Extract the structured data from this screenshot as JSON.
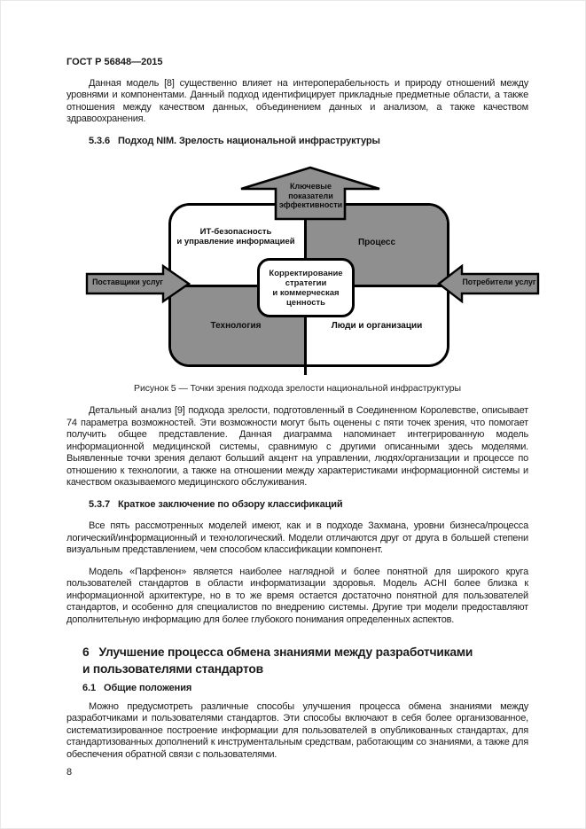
{
  "page": {
    "header": "ГОСТ Р 56848—2015",
    "page_number": "8"
  },
  "paragraphs": {
    "p1": "Данная модель [8] существенно влияет на интероперабельность и природу отношений между уровнями и компонентами. Данный подход идентифицирует прикладные предметные области, а также отношения между качеством данных, объединением данных и анализом, а также качеством здравоохранения.",
    "p2": "Детальный анализ [9] подхода зрелости, подготовленный в Соединенном Королевстве, описывает 74 параметра возможностей. Эти возможности могут быть оценены с пяти точек зрения, что помогает получить общее представление. Данная диаграмма напоминает интегрированную модель информационной медицинской системы, сравнимую с другими описанными здесь моделями. Выявленные точки зрения делают больший акцент на управлении, людях/организации и процессе по отношению к технологии, а также на отношении между характеристиками информационной системы и качеством оказываемого медицинского обслуживания.",
    "p3": "Все пять рассмотренных моделей имеют, как и в подходе Захмана, уровни бизнеса/процесса логический/информационный и технологический. Модели отличаются друг от друга в большей степени визуальным представлением, чем способом классификации компонент.",
    "p4": "Модель «Парфенон» является наиболее наглядной и более понятной для широкого круга пользователей стандартов в области информатизации здоровья. Модель ACHI более близка к информационной архитектуре, но в то же время остается достаточно понятной для пользователей стандартов, и особенно для специалистов по внедрению системы. Другие три модели предоставляют дополнительную информацию для более глубокого понимания определенных аспектов.",
    "p5": "Можно предусмотреть различные способы улучшения процесса обмена знаниями между разработчиками и пользователями стандартов. Эти способы включают в себя более организованное, систематизированное построение информации для пользователей в опубликованных стандартах, для стандартизованных дополнений к инструментальным средствам, работающим со знаниями, а также для обеспечения обратной связи с пользователями."
  },
  "headings": {
    "s536": {
      "num": "5.3.6",
      "text": "Подход NIM. Зрелость национальной инфраструктуры"
    },
    "s537": {
      "num": "5.3.7",
      "text": "Краткое заключение по обзору классификаций"
    },
    "s6": {
      "num": "6",
      "line1": "Улучшение процесса обмена знаниями между разработчиками",
      "line2": "и пользователями стандартов"
    },
    "s61": {
      "num": "6.1",
      "text": "Общие положения"
    }
  },
  "figure": {
    "caption": "Рисунок 5 — Точки зрения подхода зрелости национальной инфраструктуры",
    "top_arrow_lines": [
      "Ключевые",
      "показатели",
      "эффективности"
    ],
    "left_arrow_label": "Поставщики услуг",
    "right_arrow_label": "Потребители услуг",
    "quad_top_left_lines": [
      "ИТ-безопасность",
      "и управление информацией"
    ],
    "quad_top_right": "Процесс",
    "quad_bottom_left": "Технология",
    "quad_bottom_right": "Люди и организации",
    "center_box_lines": [
      "Корректирование",
      "стратегии",
      "и коммерческая",
      "ценность"
    ],
    "colors": {
      "quadrant_gray": "#8f8f8f",
      "outline": "#000000",
      "white": "#ffffff"
    }
  }
}
